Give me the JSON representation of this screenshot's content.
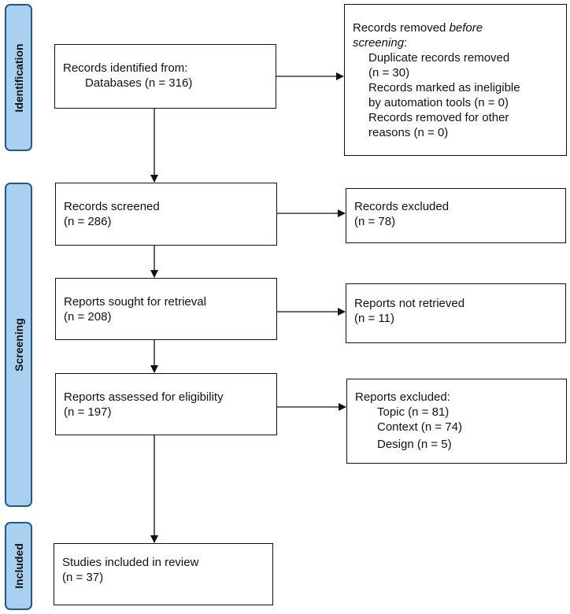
{
  "phases": {
    "identification": "Identification",
    "screening": "Screening",
    "included": "Included"
  },
  "records_identified": {
    "title": "Records identified from:",
    "databases": "Databases (n = 316)"
  },
  "records_removed": {
    "title_prefix": "Records removed ",
    "title_emphasis": "before",
    "title_line2_emphasis": "screening",
    "title_line2_suffix": ":",
    "lines": [
      "Duplicate records removed",
      "(n = 30)",
      "Records marked as ineligible",
      "by automation tools (n = 0)",
      "Records removed for other",
      "reasons (n = 0)"
    ]
  },
  "records_screened": {
    "title": "Records screened",
    "count": "(n = 286)"
  },
  "records_excluded": {
    "title": "Records excluded",
    "count": "(n = 78)"
  },
  "reports_sought": {
    "title": "Reports sought for retrieval",
    "count": "(n = 208)"
  },
  "reports_not_retrieved": {
    "title": "Reports not retrieved",
    "count": "(n = 11)"
  },
  "reports_assessed": {
    "title": "Reports assessed for eligibility",
    "count": "(n = 197)"
  },
  "reports_excluded": {
    "title": "Reports excluded:",
    "reasons": [
      "Topic (n = 81)",
      "Context (n = 74)",
      "Design (n = 5)"
    ]
  },
  "studies_included": {
    "title": "Studies included in review",
    "count": "(n = 37)"
  }
}
